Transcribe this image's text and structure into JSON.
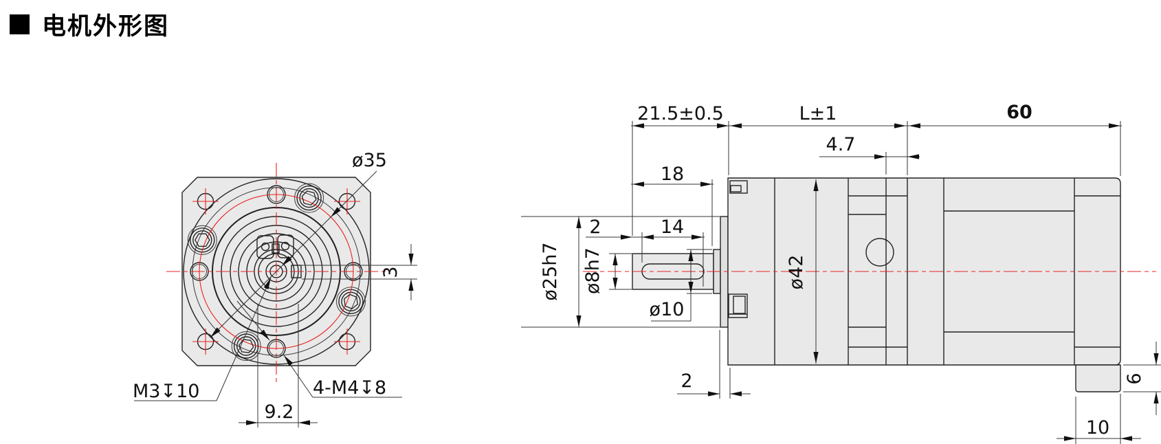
{
  "title": {
    "marker": "section-square",
    "text": "电机外形图"
  },
  "front_view": {
    "labels": {
      "bolt_circle_dia": "ø35",
      "key_width": "3",
      "center_tapped_hole": "M3↧10",
      "mounting_holes": "4-M4↧8",
      "key_offset": "9.2"
    }
  },
  "side_view": {
    "dimensions": {
      "front_section_len": "21.5±0.5",
      "gearbox_len": "L±1",
      "motor_len": "60",
      "ring_width": "4.7",
      "shaft_len": "18",
      "key_to_end": "2",
      "keyway_len": "14",
      "shaft_dia": "ø8h7",
      "pilot_dia": "ø25h7",
      "collar_dia": "ø10",
      "body_dia": "ø42",
      "pilot_len": "2",
      "boss_height": "6",
      "boss_width": "10"
    }
  },
  "colors": {
    "accent_red": "#e8231f",
    "body_fill": "#e9e9e9",
    "line": "#222222"
  }
}
